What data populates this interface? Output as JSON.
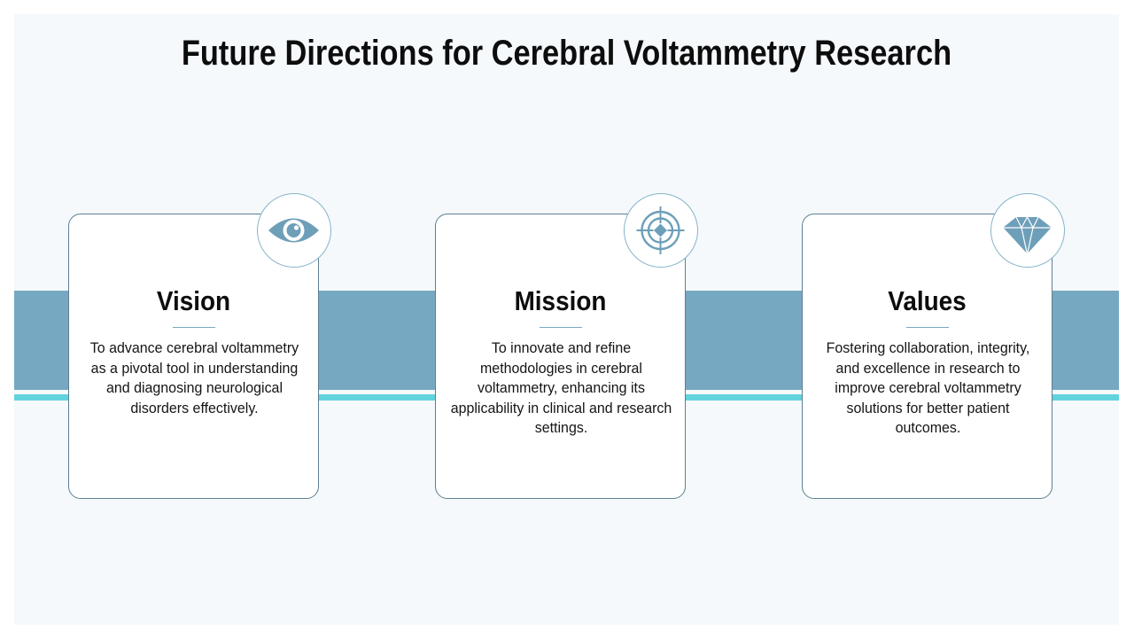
{
  "slide": {
    "title": "Future Directions for Cerebral Voltammetry Research"
  },
  "colors": {
    "band": "#77a8c1",
    "accent_line": "#62d2dd",
    "icon": "#6e9fb9",
    "card_border": "#5e7f93",
    "background": "#f5f9fb"
  },
  "cards": [
    {
      "title": "Vision",
      "icon": "eye-icon",
      "text": "To advance cerebral voltammetry as a pivotal tool in understanding and diagnosing neurological disorders effectively."
    },
    {
      "title": "Mission",
      "icon": "target-icon",
      "text": "To innovate and refine methodologies in cerebral voltammetry, enhancing its applicability in clinical and research settings."
    },
    {
      "title": "Values",
      "icon": "diamond-icon",
      "text": "Fostering collaboration, integrity, and excellence in research to improve cerebral voltammetry solutions for better patient outcomes."
    }
  ]
}
